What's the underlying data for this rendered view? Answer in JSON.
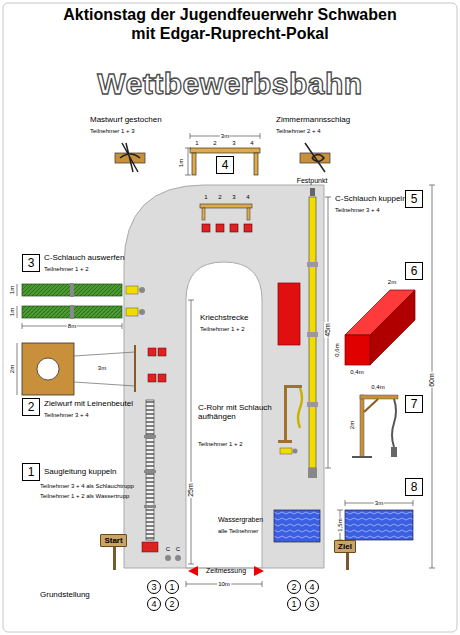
{
  "diagram": {
    "title": "Aktionstag der Jugendfeuerwehr Schwaben mit Edgar-Ruprecht-Pokal",
    "nodes": [
      {
        "text": [
          "4"
        ]
      },
      {
        "text": [
          "5"
        ]
      },
      {
        "text": [
          "3"
        ]
      },
      {
        "text": [
          "6"
        ]
      },
      {
        "text": [
          "2"
        ]
      },
      {
        "text": [
          "7"
        ]
      },
      {
        "text": [
          "1"
        ]
      },
      {
        "text": [
          "8"
        ]
      },
      {
        "text": [
          "Start"
        ]
      },
      {
        "text": [
          "Ziel"
        ]
      },
      {
        "text": [
          "3"
        ]
      },
      {
        "text": [
          "1"
        ]
      },
      {
        "text": [
          "2"
        ]
      },
      {
        "text": [
          "4"
        ]
      },
      {
        "text": [
          "4"
        ]
      },
      {
        "text": [
          "2"
        ]
      },
      {
        "text": [
          "1"
        ]
      },
      {
        "text": [
          "3"
        ]
      }
    ],
    "labels": [
      "Wettbewerbsbahn",
      "Mastwurf gestochen",
      "Teilnehmer 1 + 3",
      "Zimmermannsschlag",
      "Teilnehmer 2 + 4",
      "3m",
      "1",
      "2",
      "3",
      "4",
      "1m",
      "1",
      "2",
      "3",
      "4",
      "Festpunkt",
      "C-Schlauch kuppeln",
      "Teilnehmer 3 + 4",
      "2m",
      "0,6m",
      "0,4m",
      "45m",
      "60m",
      "C-Schlauch auswerfen",
      "Teilnehmer 1 + 2",
      "1m",
      "1m",
      "8m",
      "Kriechstrecke",
      "Teilnehmer 1 + 2",
      "2m",
      "3m",
      "Zielwurf mit Leinenbeutel",
      "Teilnehmer 3 + 4",
      "C-Rohr mit Schlauch aufhängen",
      "Teilnehmer 1 + 2",
      "0,4m",
      "2m",
      "25m",
      "Saugleitung kuppeln",
      "Teilnehmer 3 + 4 als Schlauchtrupp",
      "Teilnehmer 1 + 2 als Wassertrupp",
      "3m",
      "1,5m",
      "Wassergraben",
      "alle Teilnehmer",
      "C",
      "C",
      "Zeitmessung",
      "10m",
      "Grundstellung"
    ]
  }
}
